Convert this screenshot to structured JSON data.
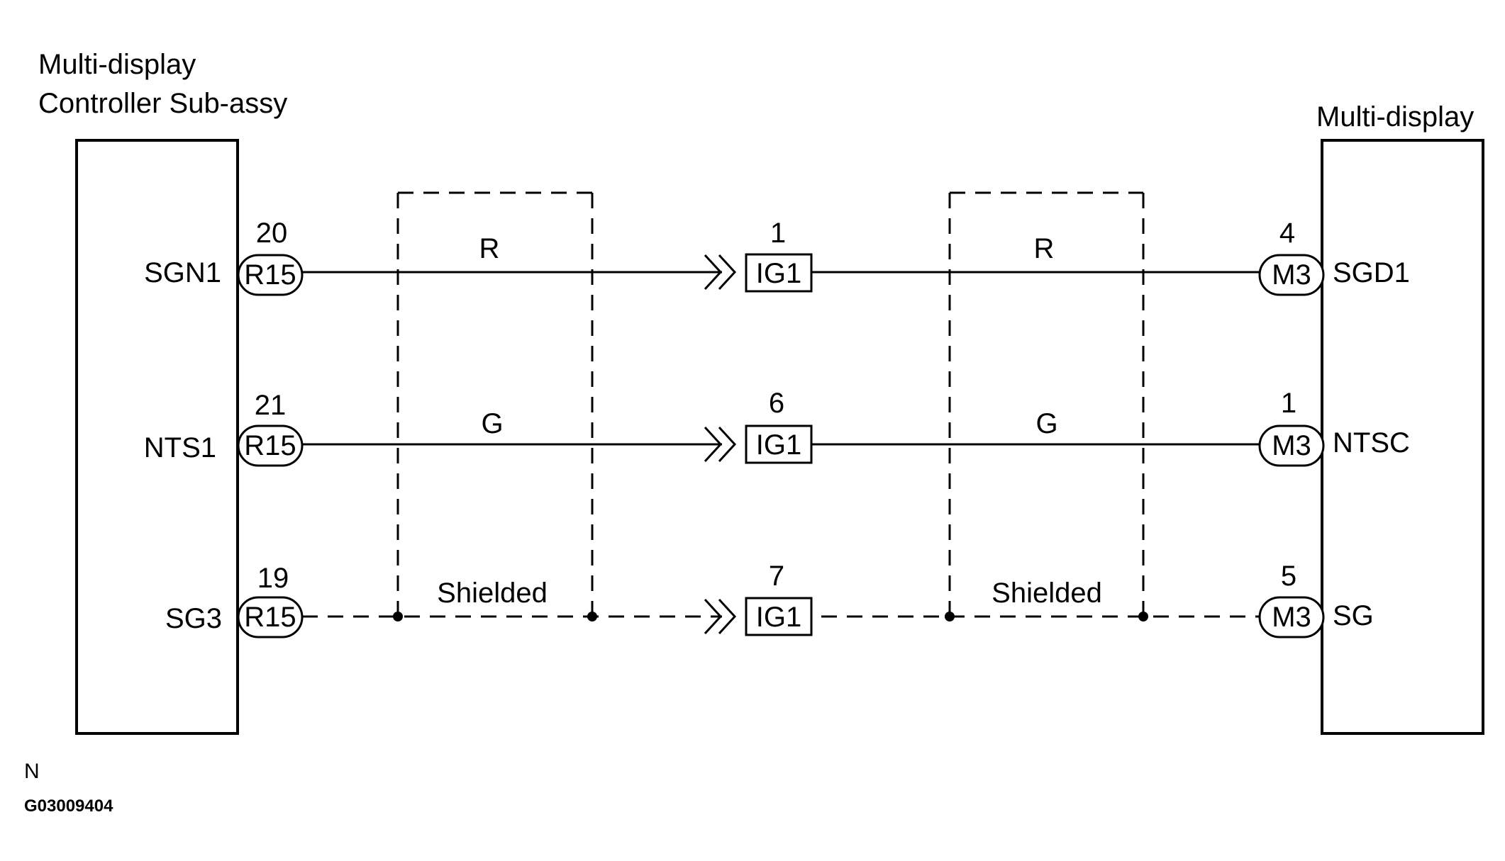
{
  "left_component": {
    "title_line1": "Multi-display",
    "title_line2": "Controller  Sub-assy"
  },
  "right_component": {
    "title": "Multi-display"
  },
  "rows": [
    {
      "left_terminal": "SGN1",
      "left_pin": "20",
      "left_connector": "R15",
      "wire_color_1": "R",
      "mid_pin": "1",
      "mid_connector": "IG1",
      "wire_color_2": "R",
      "right_pin": "4",
      "right_connector": "M3",
      "right_terminal": "SGD1"
    },
    {
      "left_terminal": "NTS1",
      "left_pin": "21",
      "left_connector": "R15",
      "wire_color_1": "G",
      "mid_pin": "6",
      "mid_connector": "IG1",
      "wire_color_2": "G",
      "right_pin": "1",
      "right_connector": "M3",
      "right_terminal": "NTSC"
    },
    {
      "left_terminal": "SG3",
      "left_pin": "19",
      "left_connector": "R15",
      "wire_color_1": "Shielded",
      "mid_pin": "7",
      "mid_connector": "IG1",
      "wire_color_2": "Shielded",
      "right_pin": "5",
      "right_connector": "M3",
      "right_terminal": "SG"
    }
  ],
  "footer": {
    "letter": "N",
    "code": "G03009404"
  }
}
